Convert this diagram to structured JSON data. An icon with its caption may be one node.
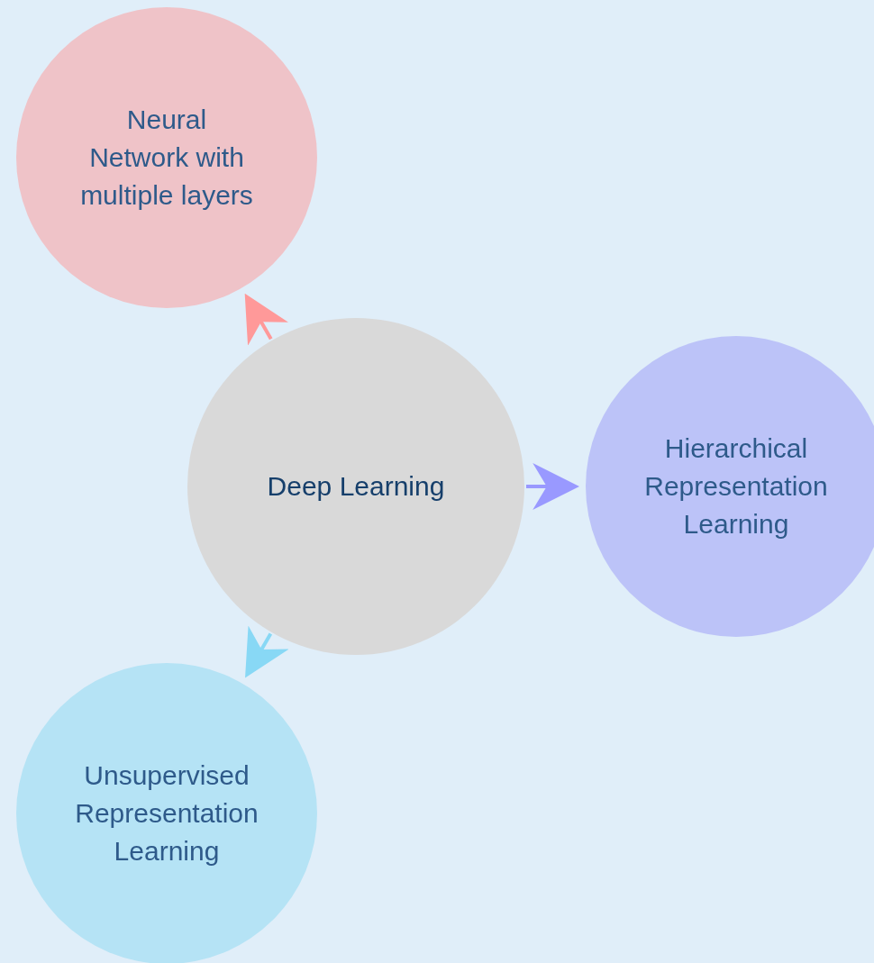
{
  "diagram": {
    "nodes": [
      {
        "text": [
          "Deep Learning"
        ]
      },
      {
        "text": [
          "Neural Network with multiple layers"
        ]
      },
      {
        "text": [
          "Hierarchical Representation Learning"
        ]
      },
      {
        "text": [
          "Unsupervised Representation Learning"
        ]
      }
    ],
    "edges": [
      {
        "from": 0,
        "to": 1,
        "arrow": "to",
        "color": "#ff9999"
      },
      {
        "from": 0,
        "to": 2,
        "arrow": "to",
        "color": "#9999ff"
      },
      {
        "from": 0,
        "to": 3,
        "arrow": "to",
        "color": "#88d8f5"
      }
    ]
  }
}
